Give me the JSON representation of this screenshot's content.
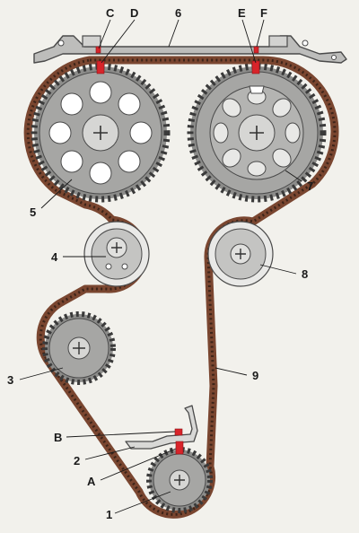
{
  "diagram": {
    "labels": {
      "c": "C",
      "d": "D",
      "six": "6",
      "e": "E",
      "f": "F",
      "five": "5",
      "seven": "7",
      "four": "4",
      "eight": "8",
      "three": "3",
      "nine": "9",
      "b": "B",
      "two": "2",
      "a": "A",
      "one": "1"
    },
    "colors": {
      "belt": "#7a4630",
      "gear_body": "#a6a6a4",
      "gear_rim": "#8c8c8a",
      "gear_hub": "#d6d6d4",
      "gear_hole": "#ffffff",
      "pulley_face": "#c4c4c2",
      "pulley_rim": "#e9e9e7",
      "timing_mark": "#d8242a",
      "frame": "#9a9a98",
      "background": "#f2f1ec"
    }
  }
}
